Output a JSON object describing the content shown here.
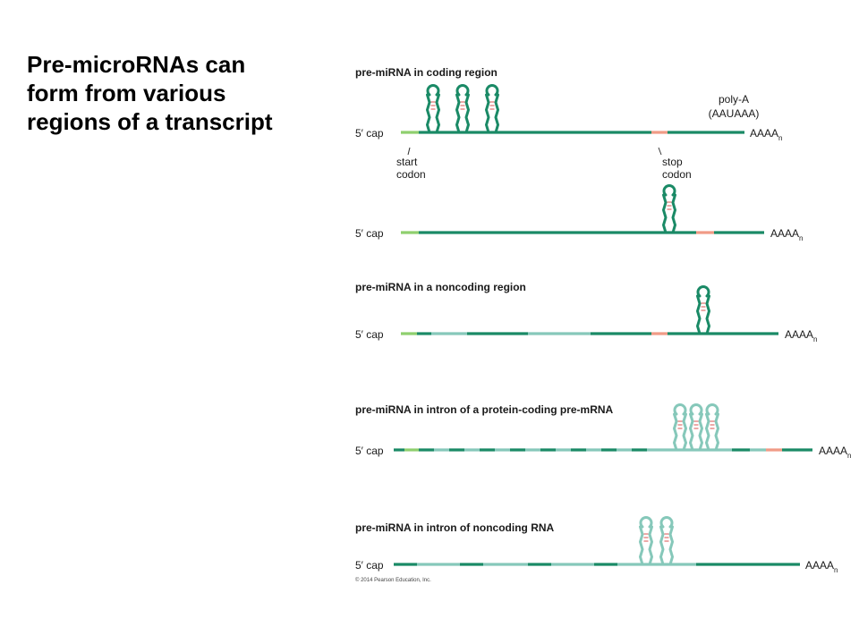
{
  "title_lines": [
    "Pre-microRNAs can",
    "form from various",
    "regions of a transcript"
  ],
  "colors": {
    "dark_green": "#1a8a66",
    "light_teal": "#86c8ba",
    "start_codon": "#8fcf6e",
    "stop_codon": "#f09b86",
    "basepair_tick": "#d9534f"
  },
  "panels": [
    {
      "label": "pre-miRNA in coding region",
      "cap": "5′ cap",
      "poly": "AAAA",
      "poly_sub": "n"
    },
    {
      "label": "",
      "cap": "5′ cap",
      "poly": "AAAA",
      "poly_sub": "n"
    },
    {
      "label": "pre-miRNA in a noncoding region",
      "cap": "5′ cap",
      "poly": "AAAA",
      "poly_sub": "n"
    },
    {
      "label": "pre-miRNA in intron of a protein-coding pre-mRNA",
      "cap": "5′ cap",
      "poly": "AAAA",
      "poly_sub": "n"
    },
    {
      "label": "pre-miRNA in intron of noncoding RNA",
      "cap": "5′ cap",
      "poly": "AAAA",
      "poly_sub": "n"
    }
  ],
  "annotations": {
    "start_codon": [
      "start",
      "codon"
    ],
    "stop_codon": [
      "stop",
      "codon"
    ],
    "polyA": [
      "poly-A",
      "(AAUAAA)"
    ]
  },
  "copyright": "© 2014 Pearson Education, Inc."
}
